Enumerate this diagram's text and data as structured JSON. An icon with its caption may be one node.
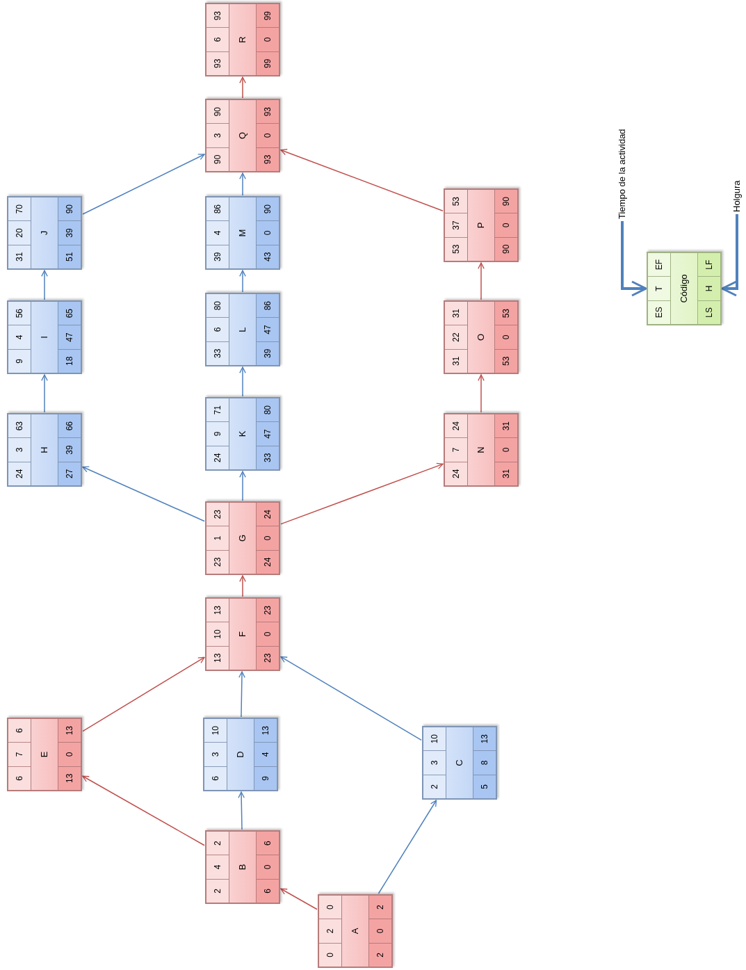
{
  "diagram": {
    "nodes": [
      {
        "text": [
          "0",
          "2",
          "0",
          "A",
          "2",
          "0",
          "2"
        ]
      },
      {
        "text": [
          "2",
          "4",
          "2",
          "B",
          "6",
          "0",
          "6"
        ]
      },
      {
        "text": [
          "2",
          "3",
          "10",
          "C",
          "5",
          "8",
          "13"
        ]
      },
      {
        "text": [
          "6",
          "3",
          "10",
          "D",
          "9",
          "4",
          "13"
        ]
      },
      {
        "text": [
          "6",
          "7",
          "6",
          "E",
          "13",
          "0",
          "13"
        ]
      },
      {
        "text": [
          "13",
          "10",
          "13",
          "F",
          "23",
          "0",
          "23"
        ]
      },
      {
        "text": [
          "23",
          "1",
          "23",
          "G",
          "24",
          "0",
          "24"
        ]
      },
      {
        "text": [
          "24",
          "3",
          "63",
          "H",
          "27",
          "39",
          "66"
        ]
      },
      {
        "text": [
          "9",
          "4",
          "56",
          "I",
          "18",
          "47",
          "65"
        ]
      },
      {
        "text": [
          "31",
          "20",
          "70",
          "J",
          "51",
          "39",
          "90"
        ]
      },
      {
        "text": [
          "24",
          "9",
          "71",
          "K",
          "33",
          "47",
          "80"
        ]
      },
      {
        "text": [
          "33",
          "6",
          "80",
          "L",
          "39",
          "47",
          "86"
        ]
      },
      {
        "text": [
          "39",
          "4",
          "86",
          "M",
          "43",
          "0",
          "90"
        ]
      },
      {
        "text": [
          "24",
          "7",
          "24",
          "N",
          "31",
          "0",
          "31"
        ]
      },
      {
        "text": [
          "31",
          "22",
          "31",
          "O",
          "53",
          "0",
          "53"
        ]
      },
      {
        "text": [
          "53",
          "37",
          "53",
          "P",
          "90",
          "0",
          "90"
        ]
      },
      {
        "text": [
          "90",
          "3",
          "90",
          "Q",
          "93",
          "0",
          "93"
        ]
      },
      {
        "text": [
          "93",
          "6",
          "93",
          "R",
          "99",
          "0",
          "99"
        ]
      },
      {
        "text": [
          "ES",
          "T",
          "EF",
          "Código",
          "LS",
          "H",
          "LF"
        ]
      },
      {
        "text": [
          "Tiempo de la actividad"
        ]
      },
      {
        "text": [
          "Holgura"
        ]
      }
    ],
    "edges": [
      {
        "from": 0,
        "to": 1,
        "arrow": "to",
        "color": "#c0504d"
      },
      {
        "from": 0,
        "to": 2,
        "arrow": "to"
      },
      {
        "from": 1,
        "to": 4,
        "arrow": "to",
        "color": "#c0504d"
      },
      {
        "from": 1,
        "to": 3,
        "arrow": "to"
      },
      {
        "from": 4,
        "to": 5,
        "arrow": "to",
        "color": "#c0504d"
      },
      {
        "from": 3,
        "to": 5,
        "arrow": "to"
      },
      {
        "from": 2,
        "to": 5,
        "arrow": "to"
      },
      {
        "from": 5,
        "to": 6,
        "arrow": "to",
        "color": "#c0504d"
      },
      {
        "from": 6,
        "to": 7,
        "arrow": "to"
      },
      {
        "from": 6,
        "to": 10,
        "arrow": "to"
      },
      {
        "from": 6,
        "to": 13,
        "arrow": "to",
        "color": "#c0504d"
      },
      {
        "from": 7,
        "to": 8,
        "arrow": "to"
      },
      {
        "from": 8,
        "to": 9,
        "arrow": "to"
      },
      {
        "from": 9,
        "to": 16,
        "arrow": "to"
      },
      {
        "from": 10,
        "to": 11,
        "arrow": "to"
      },
      {
        "from": 11,
        "to": 12,
        "arrow": "to"
      },
      {
        "from": 12,
        "to": 16,
        "arrow": "to"
      },
      {
        "from": 13,
        "to": 14,
        "arrow": "to",
        "color": "#c0504d"
      },
      {
        "from": 14,
        "to": 15,
        "arrow": "to",
        "color": "#c0504d"
      },
      {
        "from": 15,
        "to": 16,
        "arrow": "to",
        "color": "#c0504d"
      },
      {
        "from": 16,
        "to": 17,
        "arrow": "to",
        "color": "#c0504d"
      },
      {
        "from": 19,
        "to": 18,
        "arrow": "to",
        "style": "thick"
      },
      {
        "from": 20,
        "to": 18,
        "arrow": "to",
        "style": "thick"
      }
    ]
  }
}
